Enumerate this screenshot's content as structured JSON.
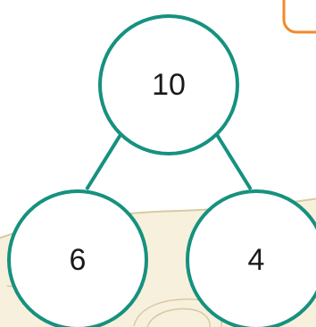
{
  "diagram": {
    "type": "number-bond",
    "whole": "10",
    "parts": [
      "6",
      "4"
    ]
  },
  "colors": {
    "circle_stroke": "#16917f",
    "circle_fill": "#ffffff",
    "accent_orange": "#f08a2a",
    "background_sand": "#f7f0dc",
    "sand_outline": "#d9c9a4"
  }
}
